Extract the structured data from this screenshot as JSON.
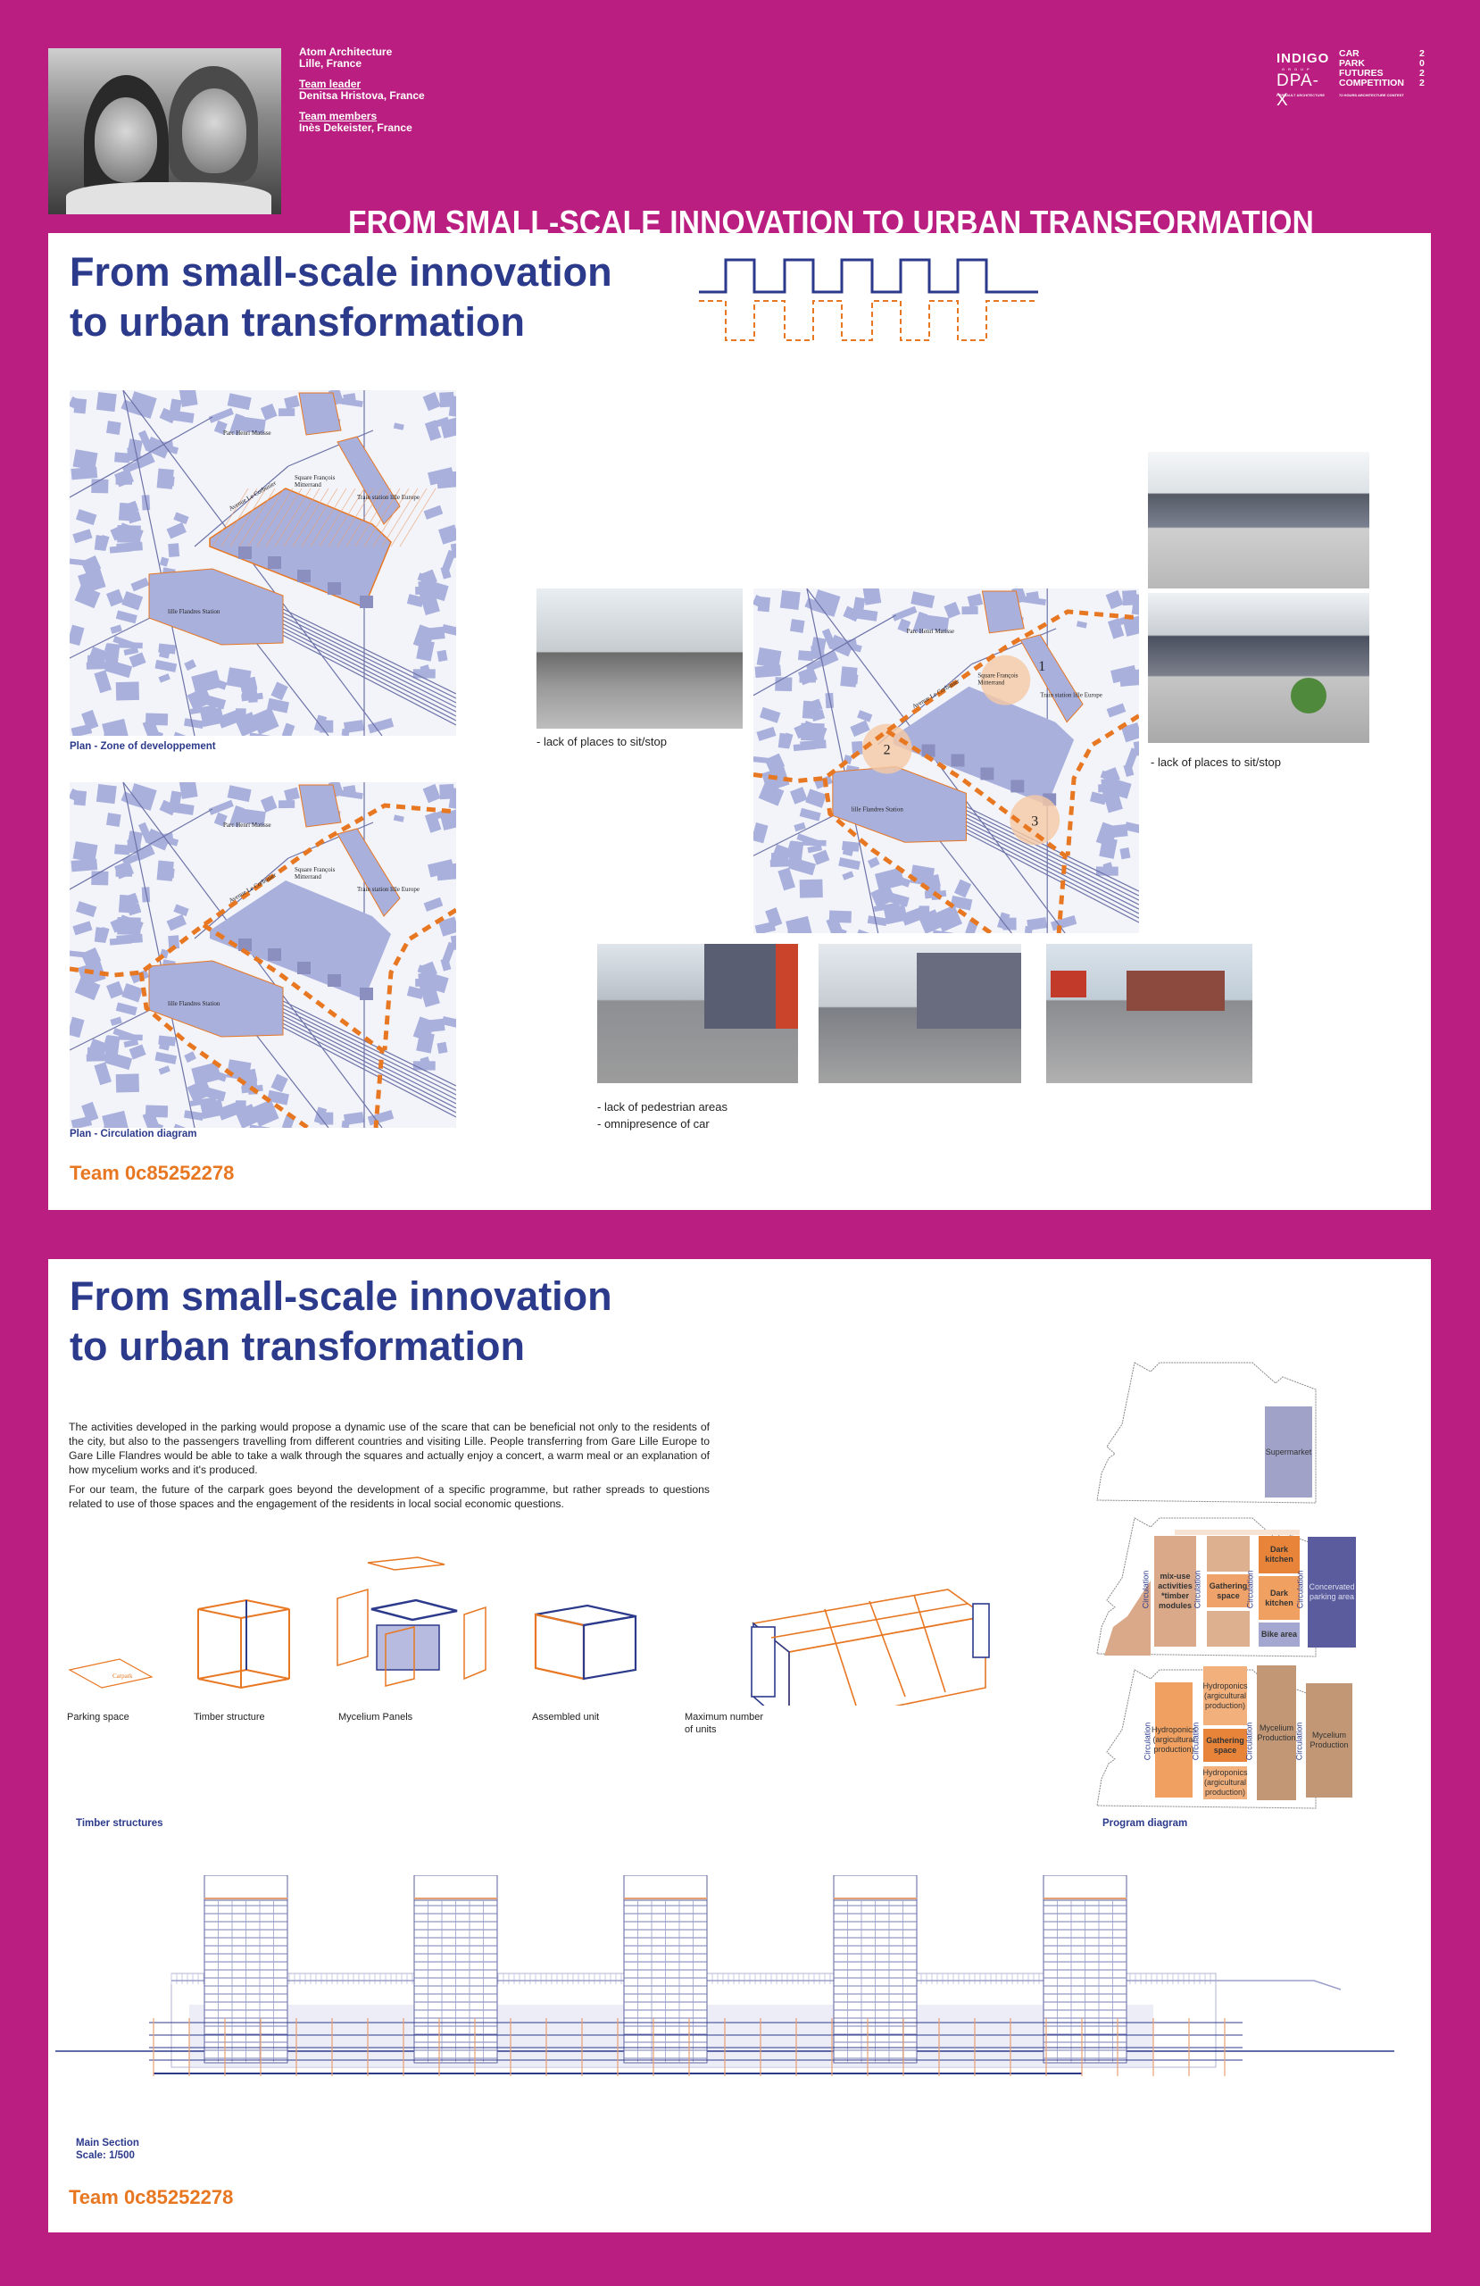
{
  "header": {
    "firm": "Atom Architecture",
    "location": "Lille, France",
    "team_leader_label": "Team leader",
    "team_leader": "Denitsa Hristova, France",
    "team_members_label": "Team members",
    "team_members": "Inès Dekeister, France"
  },
  "logos": {
    "indigo": "INDIGO",
    "indigo_sub": "GROUP",
    "dpax": "DPA-X",
    "dpax_sub": "PERRAULT ARCHITECTURE",
    "competition": [
      "CAR",
      "PARK",
      "FUTURES",
      "COMPETITION"
    ],
    "year_digits": [
      "2",
      "0",
      "2",
      "2"
    ],
    "competition_sub": "72 HOURS ARCHITECTURE CONTEST"
  },
  "band_title": "FROM SMALL-SCALE INNOVATION TO URBAN TRANSFORMATION",
  "panel1": {
    "title_line1": "From small-scale innovation",
    "title_line2": "to urban transformation",
    "map_labels": {
      "parc": "Parc Henri Matisse",
      "avenue": "Avenue Le Corbusier",
      "square1": "Square François",
      "square2": "Mitterrand",
      "europe": "Train station lille Europe",
      "flandres": "lille Flandres Station"
    },
    "map1_caption": "Plan - Zone of developpement",
    "map2_caption": "Plan - Circulation diagram",
    "spot_numbers": [
      "1",
      "2",
      "3"
    ],
    "caption_left_photo": "- lack of places to sit/stop",
    "caption_right_photos": "- lack of places to sit/stop",
    "caption_bottom_line1": "- lack of pedestrian areas",
    "caption_bottom_line2": "- omnipresence of car",
    "team": "Team 0c85252278"
  },
  "panel2": {
    "title_line1": "From small-scale innovation",
    "title_line2": "to urban transformation",
    "paragraph1": "The activities developed in the parking would propose a dynamic use of the scare that can be beneficial not only to the residents of the city, but also to the passengers travelling from different countries and visiting Lille. People transferring from Gare Lille Europe to Gare Lille Flandres would be able to take a walk through the squares and actually enjoy a concert, a warm meal or an explanation of how mycelium works and it's produced.",
    "paragraph2": "For our team, the future of the carpark goes beyond the development of a specific programme, but rather spreads to questions related to use of those spaces and the engagement of the residents in local social economic questions.",
    "iso_labels": [
      "Parking space",
      "Timber structure",
      "Mycelium Panels",
      "Assembled unit",
      "Maximum number of units"
    ],
    "parking_sketch_label": "Carpark",
    "timber_caption": "Timber structures",
    "program_caption": "Program diagram",
    "program": {
      "supermarket": "Supermarket",
      "circulation": "Circulation",
      "mixuse": "mix-use activities *timber modules",
      "gathering": "Gathering space",
      "dark_kitchen": "Dark kitchen",
      "bike": "Bike area",
      "parking": "Concervated parking area",
      "hydroponics": "Hydroponics (argicultural production)",
      "mycelium": "Mycelium Production"
    },
    "section_caption1": "Main Section",
    "section_caption2": "Scale: 1/500",
    "team": "Team 0c85252278"
  },
  "colors": {
    "background": "#B91E80",
    "title_blue": "#2C3A8C",
    "orange": "#E87722",
    "map_block": "#A9B0DC"
  }
}
